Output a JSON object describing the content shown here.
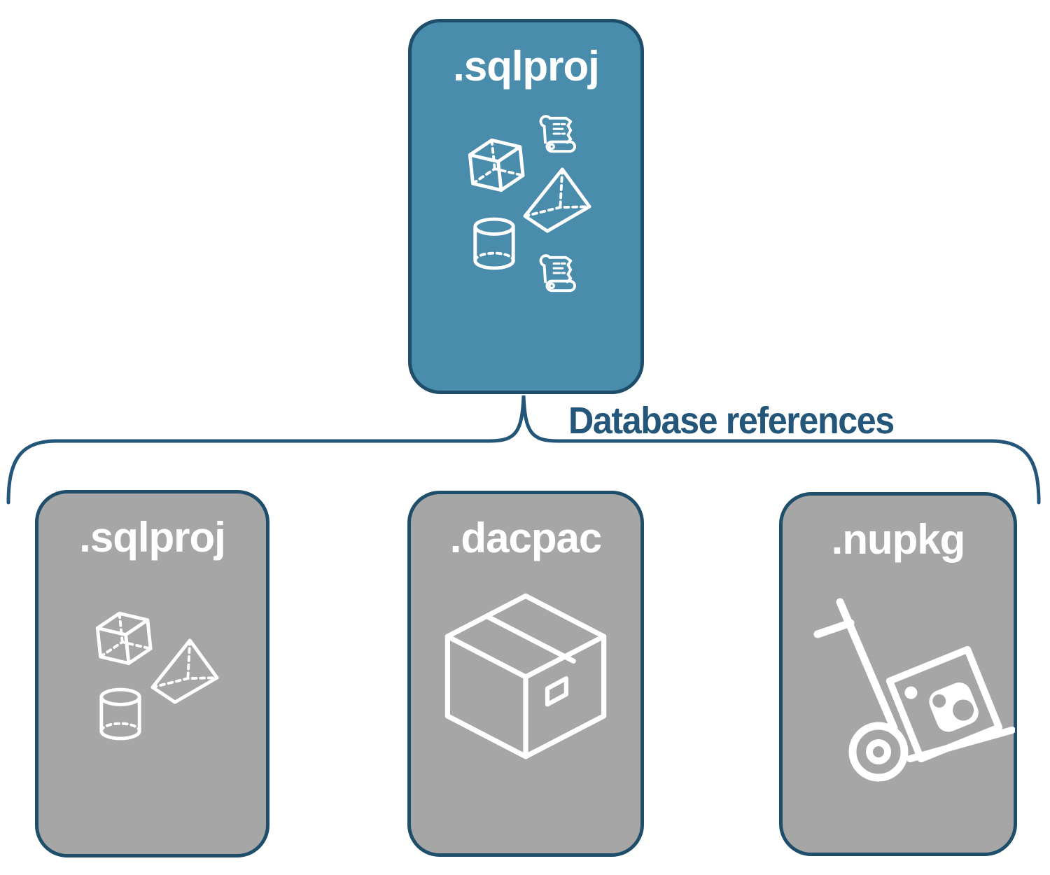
{
  "colors": {
    "primary_fill": "#4A8CAB",
    "gray_fill": "#A6A6A6",
    "outline": "#24567A",
    "border": "#1F4E6B",
    "icon_stroke": "#FFFFFF",
    "background": "#FFFFFF"
  },
  "connector": {
    "label": "Database references"
  },
  "nodes": {
    "root": {
      "label": ".sqlproj",
      "icons": [
        "scroll-icon",
        "cube-icon",
        "pyramid-icon",
        "cylinder-icon",
        "scroll-icon"
      ]
    },
    "children": [
      {
        "label": ".sqlproj",
        "icons": [
          "cube-icon",
          "pyramid-icon",
          "cylinder-icon"
        ]
      },
      {
        "label": ".dacpac",
        "icons": [
          "package-box-icon"
        ]
      },
      {
        "label": ".nupkg",
        "icons": [
          "hand-truck-icon"
        ]
      }
    ]
  }
}
